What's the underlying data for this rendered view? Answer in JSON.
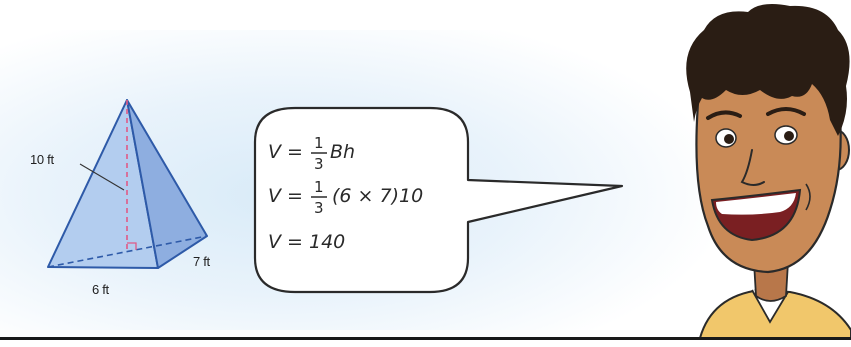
{
  "pyramid": {
    "height_label": "10 ft",
    "base_length_label": "6 ft",
    "base_width_label": "7 ft"
  },
  "speech": {
    "line1": {
      "lhs": "V =",
      "num": "1",
      "den": "3",
      "rest": "Bh"
    },
    "line2": {
      "lhs": "V =",
      "num": "1",
      "den": "3",
      "rest": "(6 × 7)10"
    },
    "line3": {
      "text": "V = 140"
    }
  },
  "colors": {
    "pyramid_face": "#a8c3ea",
    "pyramid_edge": "#2e5aa8",
    "height_line": "#e05a86",
    "skin": "#c98a57",
    "hair": "#2a1d14",
    "shirt": "#f1c76b"
  }
}
